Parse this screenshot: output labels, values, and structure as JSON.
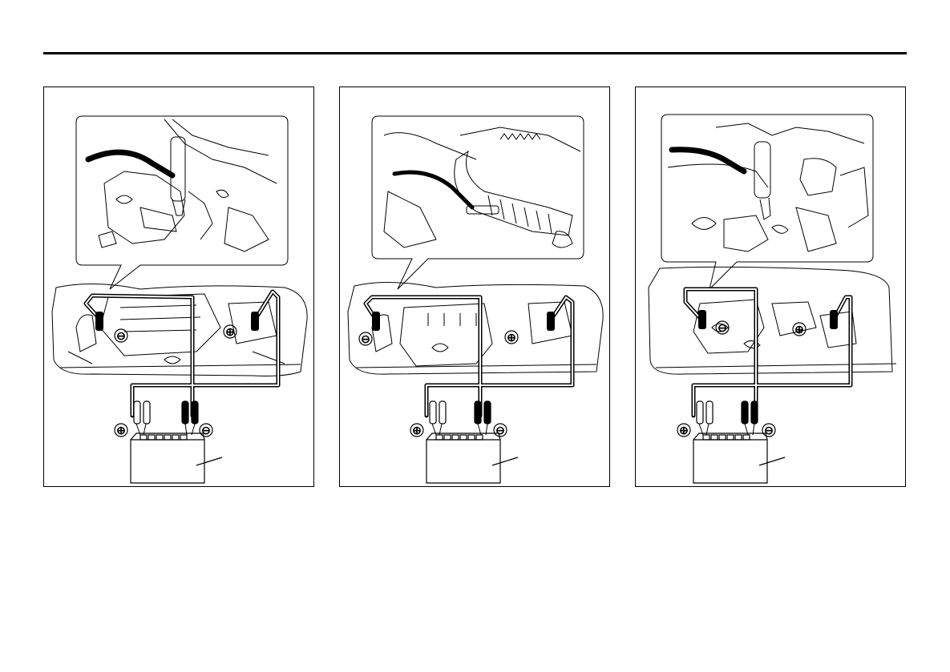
{
  "page": {
    "panels": [
      {
        "id": "panel-1",
        "symbols": {
          "engine_negative": "⊖",
          "engine_positive": "⊕",
          "battery_positive": "⊕",
          "battery_negative": "⊖"
        }
      },
      {
        "id": "panel-2",
        "symbols": {
          "engine_negative": "⊖",
          "engine_positive": "⊕",
          "battery_positive": "⊕",
          "battery_negative": "⊖"
        }
      },
      {
        "id": "panel-3",
        "symbols": {
          "engine_negative": "⊖",
          "engine_positive": "⊕",
          "battery_positive": "⊕",
          "battery_negative": "⊖"
        }
      }
    ]
  },
  "colors": {
    "line": "#000000",
    "background": "#ffffff"
  }
}
